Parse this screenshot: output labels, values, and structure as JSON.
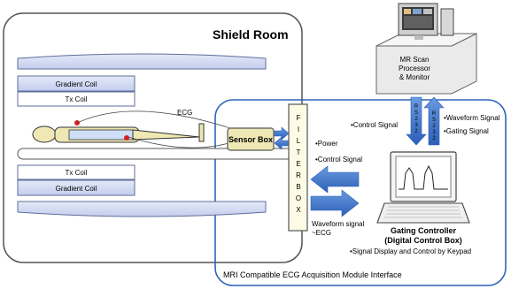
{
  "shield_room": {
    "title": "Shield Room"
  },
  "coils": {
    "top_gradient": "Gradient Coil",
    "top_tx": "Tx Coil",
    "bottom_tx": "Tx Coil",
    "bottom_gradient": "Gradient Coil"
  },
  "ecg_label": "ECG",
  "sensor_box": "Sensor Box",
  "filter_box": [
    "F",
    "I",
    "L",
    "T",
    "E",
    "R",
    "",
    "B",
    "O",
    "X"
  ],
  "mr_scan": {
    "line1": "MR Scan",
    "line2": "Processor",
    "line3": "& Monitor"
  },
  "rs232": {
    "left": [
      "R",
      "S",
      "2",
      "3",
      "2"
    ],
    "right": [
      "R",
      "S",
      "2",
      "3",
      "2"
    ]
  },
  "signals": {
    "control_top": "•Control Signal",
    "waveform_top": "•Waveform Signal",
    "gating_top": "•Gating Signal",
    "power": "•Power",
    "control_mid": "•Control Signal",
    "waveform_line1": "Waveform signal",
    "waveform_line2": "~ECG"
  },
  "gating_controller": {
    "line1": "Gating Controller",
    "line2": "(Digital Control Box)",
    "line3": "•Signal Display and Control by Keypad"
  },
  "module_title": "MRI Compatible ECG Acquisition Module Interface",
  "colors": {
    "arrow_blue": "#3a72c8",
    "module_border": "#2e64b8",
    "sensor_fill": "#efe8b4",
    "coil_fill": "#d4dcf2"
  }
}
